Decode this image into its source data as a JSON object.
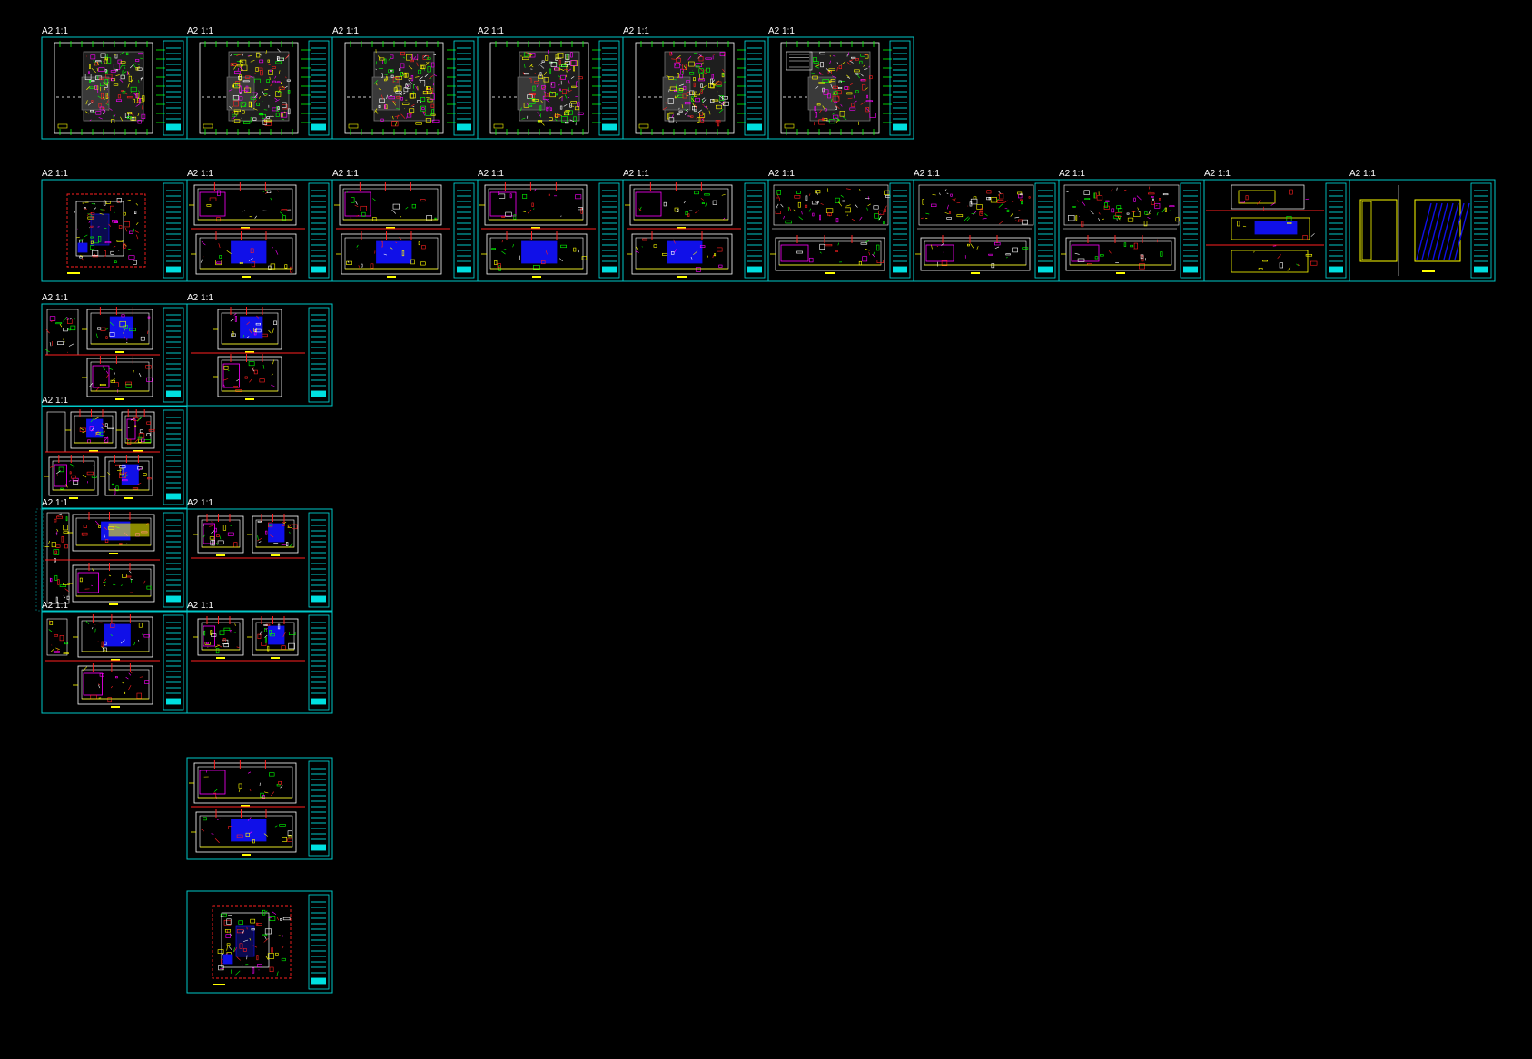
{
  "app": {
    "background": "#000000"
  },
  "colors": {
    "frame": "#00c8c8",
    "title_block": "#00e0e0",
    "green": "#00ff00",
    "red": "#ff2020",
    "magenta": "#ff00ff",
    "yellow": "#ffff00",
    "blue": "#1010e8",
    "white": "#ffffff",
    "gray": "#7a7a7a",
    "dark_gray": "#3a3a3a",
    "cyan_dashed": "#00a0a0"
  },
  "sheets": [
    {
      "label": "A2 1:1",
      "type": "floor-plan"
    },
    {
      "label": "A2 1:1",
      "type": "floor-plan"
    },
    {
      "label": "A2 1:1",
      "type": "floor-plan"
    },
    {
      "label": "A2 1:1",
      "type": "floor-plan"
    },
    {
      "label": "A2 1:1",
      "type": "floor-plan"
    },
    {
      "label": "A2 1:1",
      "type": "floor-plan-legend"
    },
    {
      "label": "A2 1:1",
      "type": "site-plan"
    },
    {
      "label": "A2 1:1",
      "type": "elevations"
    },
    {
      "label": "A2 1:1",
      "type": "elevations"
    },
    {
      "label": "A2 1:1",
      "type": "elevations"
    },
    {
      "label": "A2 1:1",
      "type": "elevations"
    },
    {
      "label": "A2 1:1",
      "type": "wide-elevations"
    },
    {
      "label": "A2 1:1",
      "type": "wide-elevations"
    },
    {
      "label": "A2 1:1",
      "type": "wide-elevations"
    },
    {
      "label": "A2 1:1",
      "type": "details-three"
    },
    {
      "label": "A2 1:1",
      "type": "detail-panel"
    },
    {
      "label": "A2 1:1",
      "type": "mixed-a"
    },
    {
      "label": "A2 1:1",
      "type": "two-small"
    },
    {
      "label": "A2 1:1",
      "type": "mixed-b"
    },
    {
      "label": "A2 1:1",
      "type": "mixed-c"
    },
    {
      "label": "A2 1:1",
      "type": "two-side"
    },
    {
      "label": "A2 1:1",
      "type": "mixed-d"
    },
    {
      "label": "A2 1:1",
      "type": "two-side"
    },
    {
      "label": "",
      "type": "elevations"
    },
    {
      "label": "",
      "type": "site-plan"
    }
  ]
}
